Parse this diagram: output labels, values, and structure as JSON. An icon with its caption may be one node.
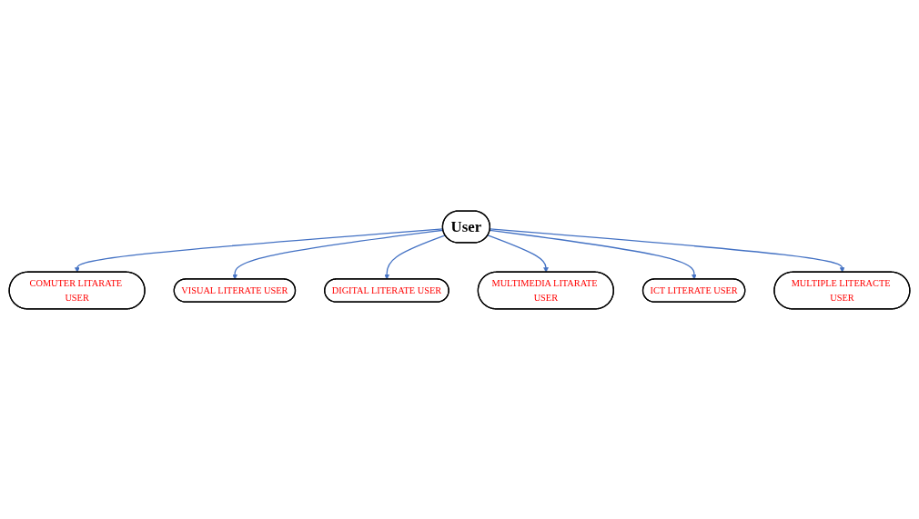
{
  "diagram": {
    "nodes": [
      {
        "text": [
          "COMUTER LITARATE USER"
        ]
      },
      {
        "text": [
          "VISUAL LITERATE USER"
        ]
      },
      {
        "text": [
          "DIGITAL LITERATE USER"
        ]
      },
      {
        "text": [
          "User"
        ]
      },
      {
        "text": [
          "MULTIMEDIA LITARATE USER"
        ]
      },
      {
        "text": [
          "ICT LITERATE USER"
        ]
      },
      {
        "text": [
          "MULTIPLE LITERACTE USER"
        ]
      }
    ],
    "edges": [
      {
        "from": 3,
        "to": 0,
        "arrow": "to"
      },
      {
        "from": 3,
        "to": 1,
        "arrow": "to"
      },
      {
        "from": 3,
        "to": 2,
        "arrow": "to"
      },
      {
        "from": 3,
        "to": 4,
        "arrow": "to"
      },
      {
        "from": 3,
        "to": 5,
        "arrow": "to"
      },
      {
        "from": 3,
        "to": 6,
        "arrow": "to"
      }
    ]
  }
}
